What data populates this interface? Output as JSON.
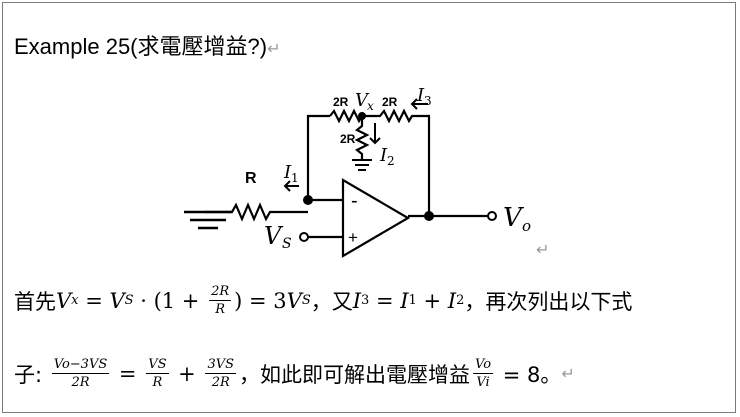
{
  "title": "Example 25(求電壓增益?)",
  "para_mark": "↵",
  "circuit": {
    "labels": {
      "r": "R",
      "two_r_a": "2R",
      "two_r_b": "2R",
      "two_r_c": "2R",
      "vx": "V",
      "vx_sub": "x",
      "i1": "I",
      "i1_sub": "1",
      "i2": "I",
      "i2_sub": "2",
      "i3": "I",
      "i3_sub": "3",
      "vs": "V",
      "vs_sub": "S",
      "vo": "V",
      "vo_sub": "o",
      "minus": "-",
      "plus": "+"
    }
  },
  "line1": {
    "lead": "首先",
    "vx": "V",
    "vx_sub": "x",
    "eq1": " = ",
    "vs1": "V",
    "vs1_sub": "S",
    "dot": " · (1 + ",
    "frac_num": "2R",
    "frac_den": "R",
    "close": ") = 3",
    "vs2": "V",
    "vs2_sub": "S",
    "mid": "，又",
    "i3": "I",
    "i3_sub": "3",
    "eq2": " = ",
    "i1": "I",
    "i1_sub": "1",
    "plus": " + ",
    "i2": "I",
    "i2_sub": "2",
    "tail": "，再次列出以下式"
  },
  "line2": {
    "lead": "子: ",
    "f1_num": "Vo−3VS",
    "f1_den": "2R",
    "eq": " = ",
    "f2_num": "VS",
    "f2_den": "R",
    "plus": " + ",
    "f3_num": "3VS",
    "f3_den": "2R",
    "mid": "，如此即可解出電壓增益",
    "f4_num": "Vo",
    "f4_den": "Vi",
    "result": " = 8。"
  }
}
